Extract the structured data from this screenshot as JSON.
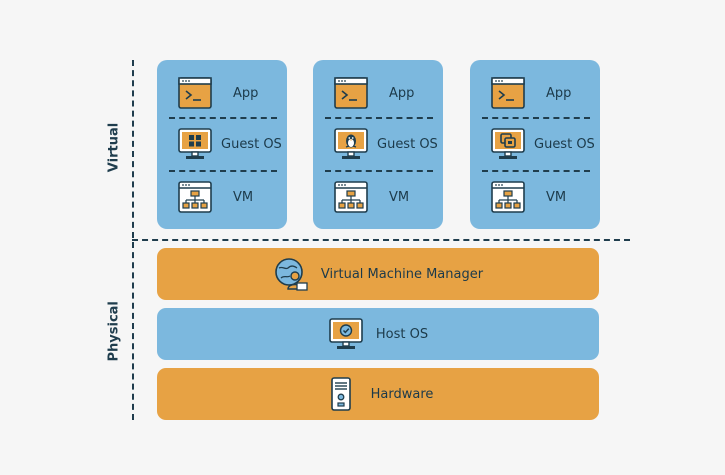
{
  "labels": {
    "virtual": "Virtual",
    "physical": "Physical"
  },
  "vms": [
    {
      "app": "App",
      "guest": "Guest OS",
      "vm": "VM",
      "os_icon": "windows-logo-icon"
    },
    {
      "app": "App",
      "guest": "Guest OS",
      "vm": "VM",
      "os_icon": "linux-logo-icon"
    },
    {
      "app": "App",
      "guest": "Guest OS",
      "vm": "VM",
      "os_icon": "window-stack-icon"
    }
  ],
  "layers": {
    "vmm": "Virtual Machine Manager",
    "host_os": "Host OS",
    "hardware": "Hardware"
  },
  "colors": {
    "blue": "#7cb8de",
    "orange": "#e7a244",
    "dark": "#1f3d4d",
    "background": "#f6f6f6"
  }
}
